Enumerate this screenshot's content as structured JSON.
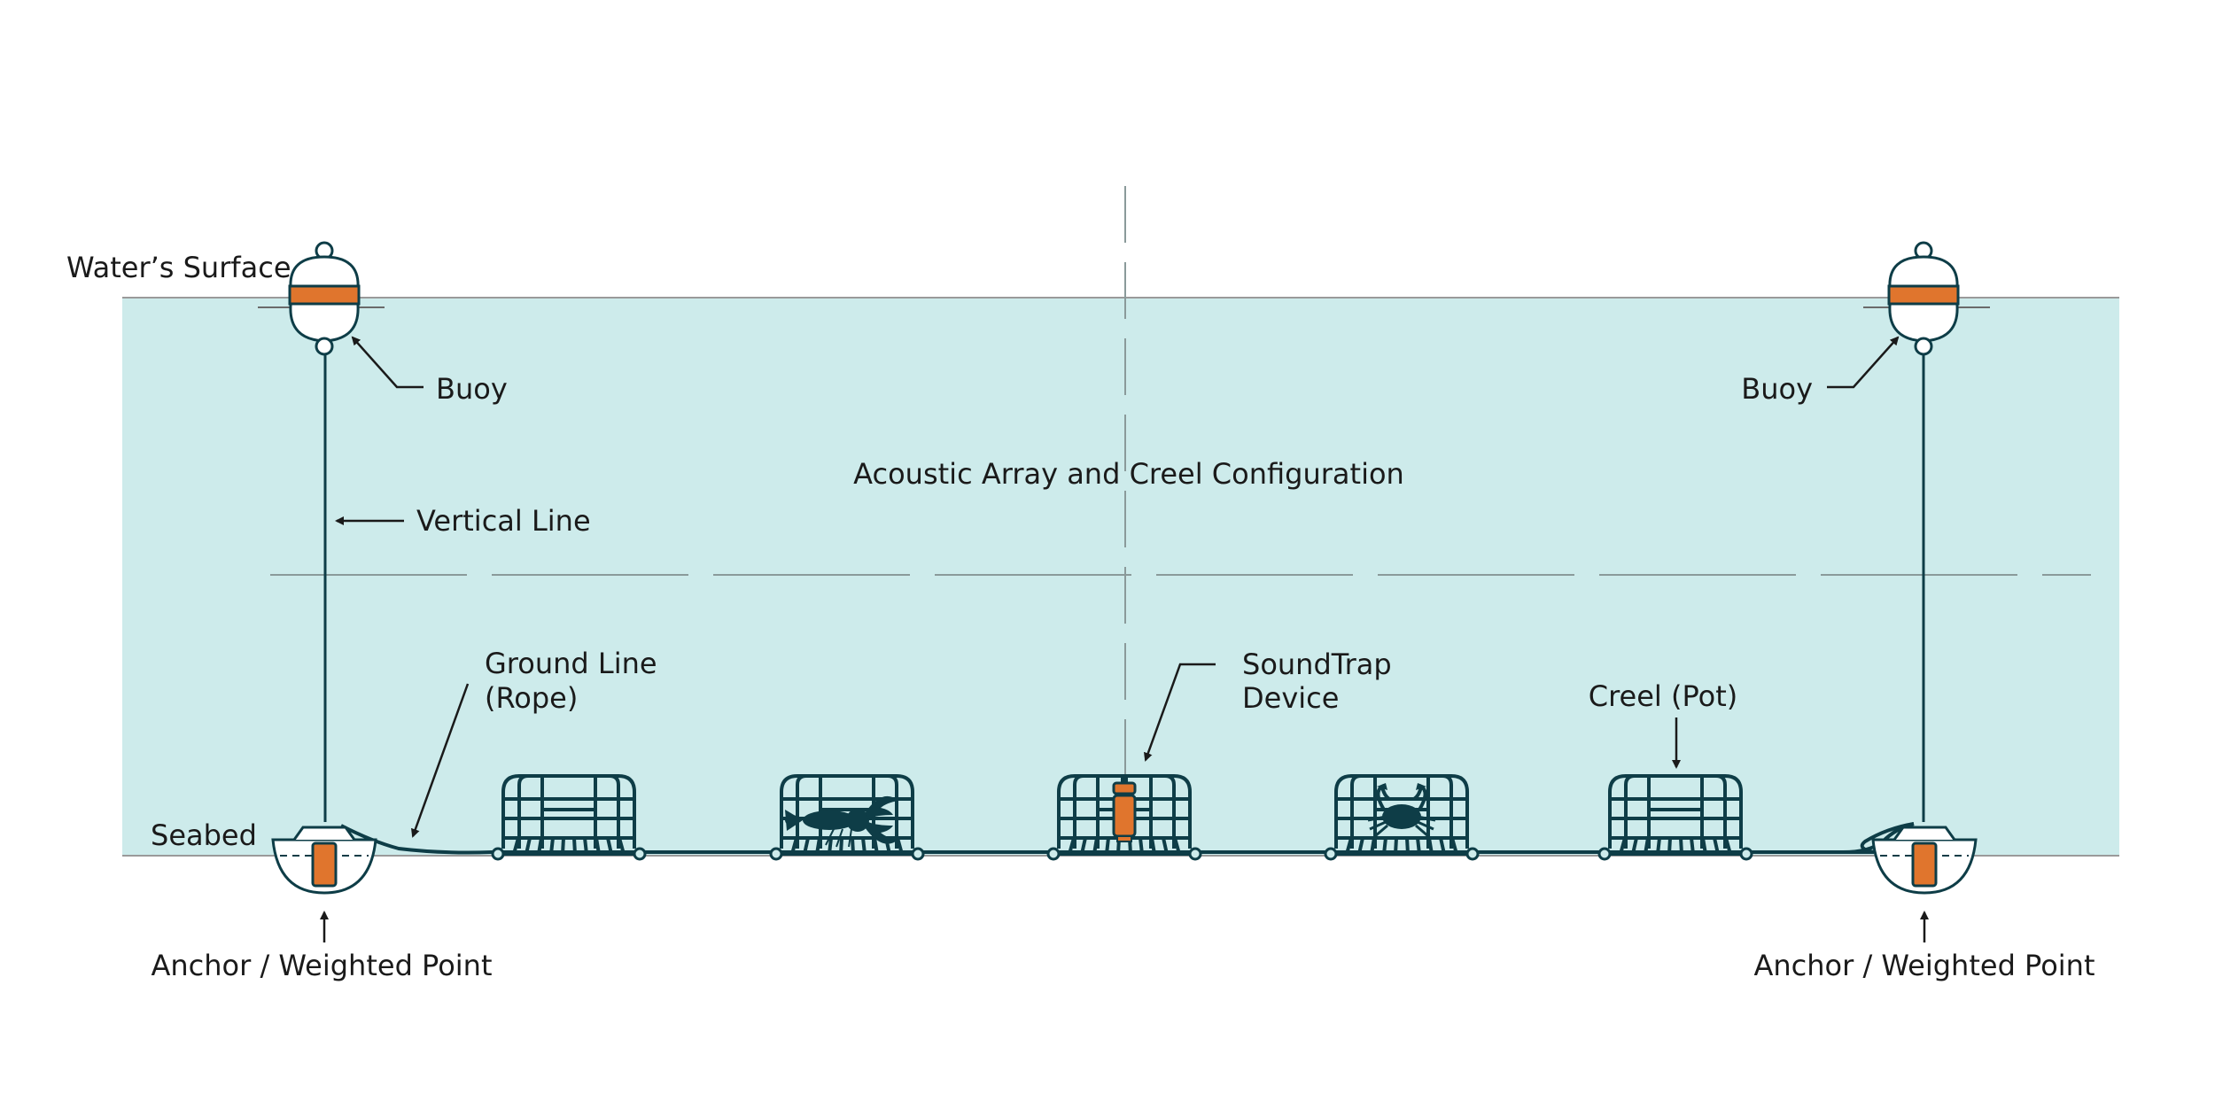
{
  "title": "Acoustic Array and Creel Configuration",
  "labels": {
    "water_surface": "Water’s Surface",
    "seabed": "Seabed",
    "buoy_left": "Buoy",
    "buoy_right": "Buoy",
    "vertical_line": "Vertical Line",
    "ground_line_1": "Ground Line",
    "ground_line_2": "(Rope)",
    "soundtrap_1": "SoundTrap",
    "soundtrap_2": "Device",
    "creel": "Creel (Pot)",
    "anchor_left": "Anchor / Weighted Point",
    "anchor_right": "Anchor / Weighted Point"
  },
  "colors": {
    "water": "#cdebeb",
    "line": "#0e3d47",
    "accent": "#e0752d",
    "surface_line": "#9a9a9a",
    "text": "#1a1a1a"
  },
  "creels": [
    {
      "contents": "empty"
    },
    {
      "contents": "lobster-icon"
    },
    {
      "contents": "soundtrap-device"
    },
    {
      "contents": "crab-icon"
    },
    {
      "contents": "empty"
    }
  ]
}
